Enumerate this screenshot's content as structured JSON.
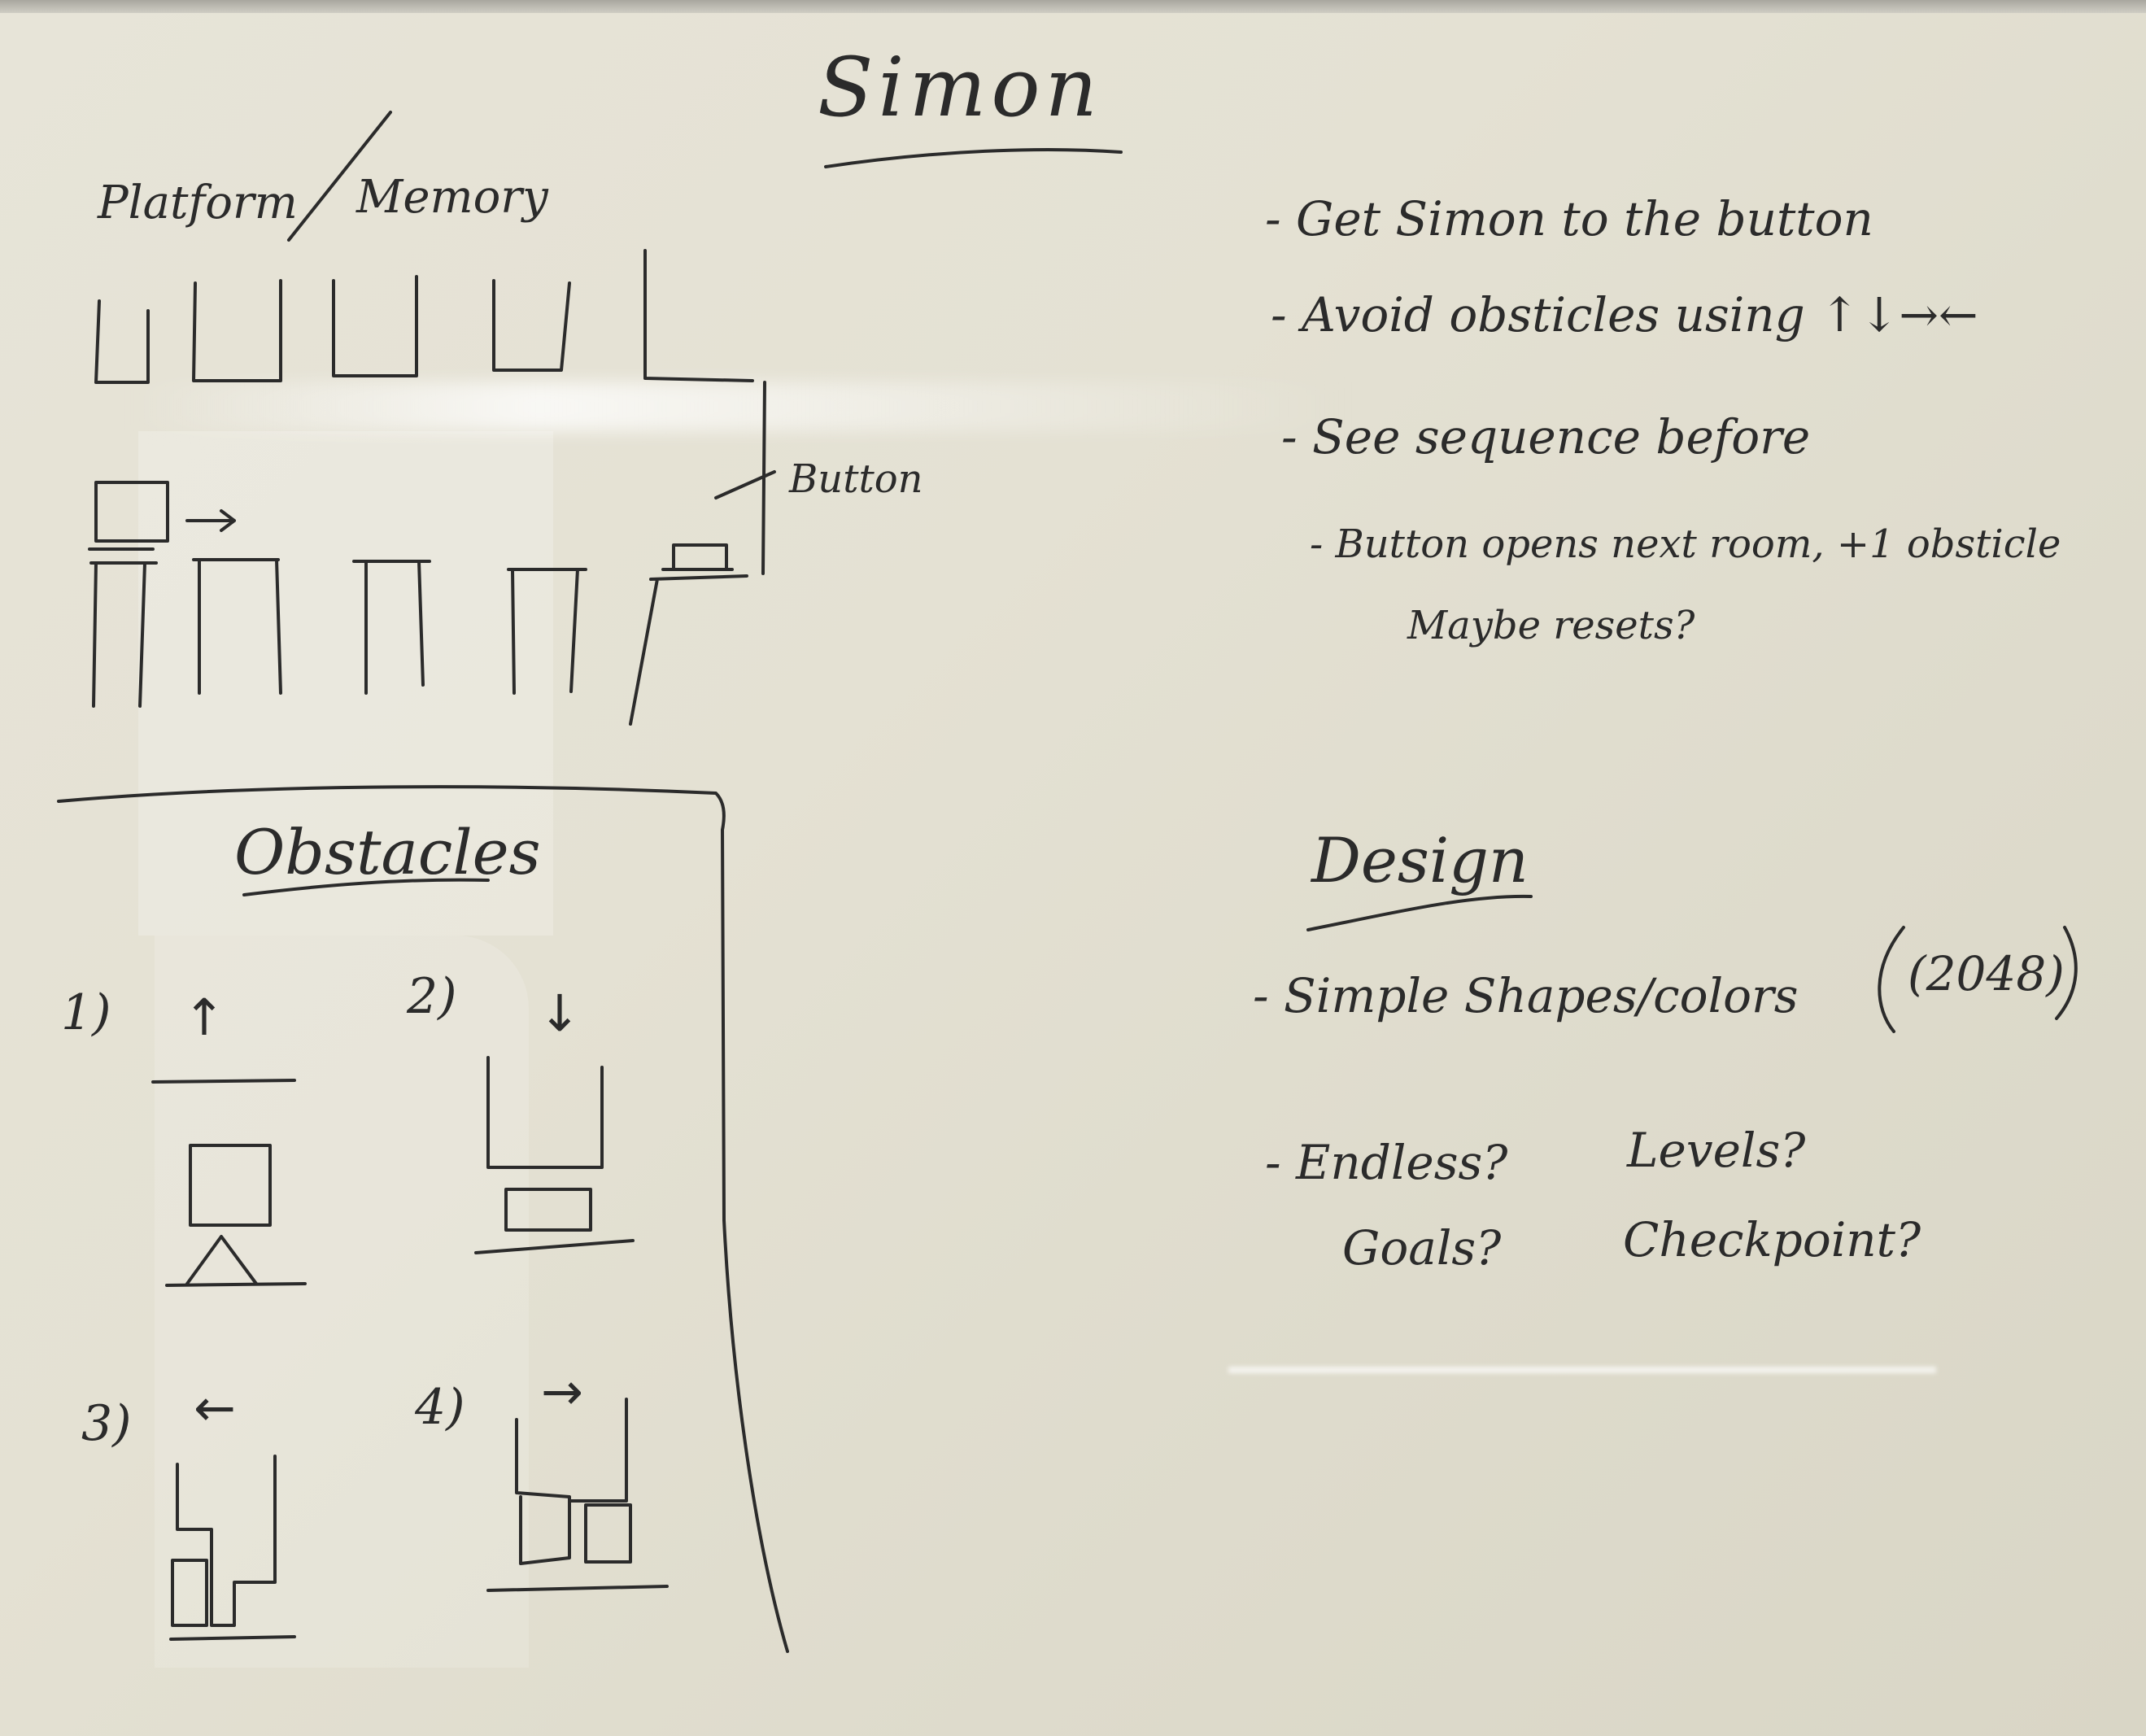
{
  "title": "Simon",
  "header_left": {
    "left": "Platform",
    "right": "Memory"
  },
  "button_label": "Button",
  "bullets": [
    "- Get Simon to the button",
    "- Avoid obsticles using ↑↓→←",
    "- See sequence before",
    "- Button opens next room, +1 obsticle",
    "Maybe resets?"
  ],
  "obstacles": {
    "heading": "Obstacles",
    "items": [
      {
        "number": "1)",
        "arrow": "↑"
      },
      {
        "number": "2)",
        "arrow": "↓"
      },
      {
        "number": "3)",
        "arrow": "←"
      },
      {
        "number": "4)",
        "arrow": "→"
      }
    ]
  },
  "design": {
    "heading": "Design",
    "items": [
      "- Simple Shapes/colors",
      "(2048)",
      "- Endless?",
      "Levels?",
      "Goals?",
      "Checkpoint?"
    ]
  },
  "colors": {
    "ink": "#2b2b2b",
    "board": "#e4e1d3",
    "frame": "#a9a79f"
  }
}
